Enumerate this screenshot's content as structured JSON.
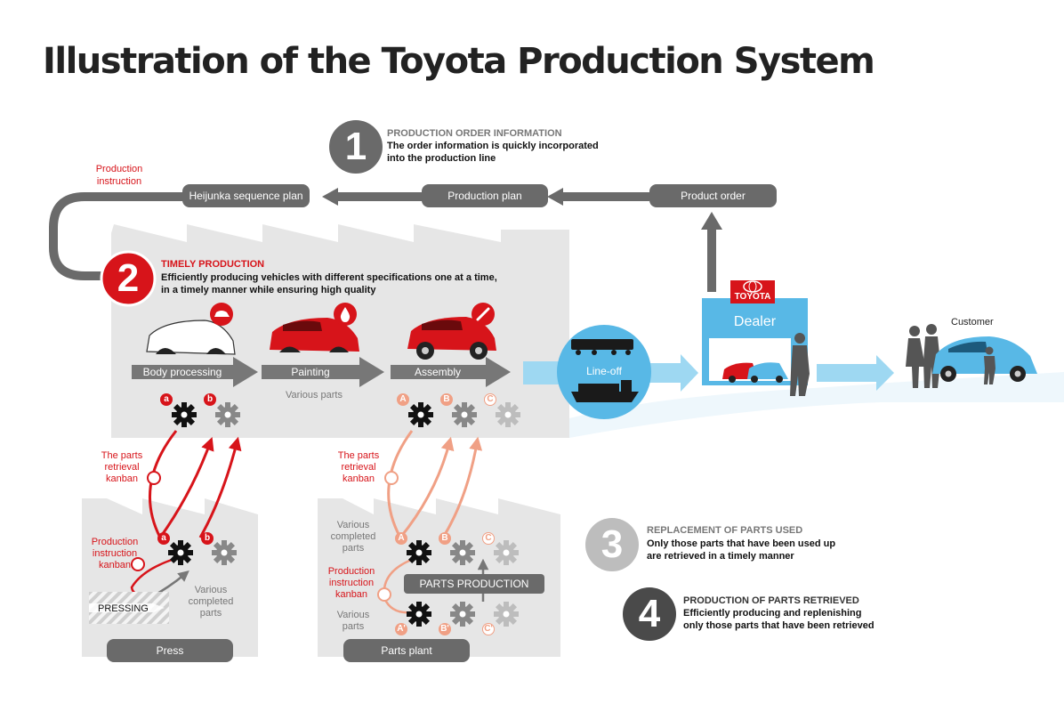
{
  "title": "Illustration of the Toyota Production System",
  "step1": {
    "number": "1",
    "heading": "PRODUCTION ORDER INFORMATION",
    "line1": "The order information is quickly incorporated",
    "line2": "into the production line"
  },
  "flow": {
    "heijunka": "Heijunka sequence plan",
    "production_plan": "Production plan",
    "product_order": "Product order",
    "production_instruction_1": "Production",
    "production_instruction_2": "instruction"
  },
  "step2": {
    "number": "2",
    "heading": "TIMELY PRODUCTION",
    "line1": "Efficiently producing vehicles with different specifications one at a time,",
    "line2": "in a timely manner while ensuring high quality"
  },
  "stages": {
    "body": "Body processing",
    "painting": "Painting",
    "assembly": "Assembly",
    "various_parts": "Various parts"
  },
  "lineoff": "Line-off",
  "dealer": {
    "brand": "TOYOTA",
    "label": "Dealer"
  },
  "customer": "Customer",
  "kanban_left": {
    "retrieval_1": "The parts",
    "retrieval_2": "retrieval",
    "retrieval_3": "kanban",
    "instr_1": "Production",
    "instr_2": "instruction",
    "instr_3": "kanban",
    "pressing": "PRESSING",
    "completed_1": "Various",
    "completed_2": "completed",
    "completed_3": "parts",
    "plant": "Press"
  },
  "kanban_right": {
    "retrieval_1": "The parts",
    "retrieval_2": "retrieval",
    "retrieval_3": "kanban",
    "completed_1": "Various",
    "completed_2": "completed",
    "completed_3": "parts",
    "instr_1": "Production",
    "instr_2": "instruction",
    "instr_3": "kanban",
    "parts_production": "PARTS PRODUCTION",
    "various_1": "Various",
    "various_2": "parts",
    "plant": "Parts plant"
  },
  "letters": {
    "a": "a",
    "b": "b",
    "A": "A",
    "B": "B",
    "C": "C",
    "A2": "A'",
    "B2": "B'",
    "C2": "C'"
  },
  "step3": {
    "number": "3",
    "heading": "REPLACEMENT OF PARTS USED",
    "line1": "Only those parts that have been used up",
    "line2": "are retrieved in a timely manner"
  },
  "step4": {
    "number": "4",
    "heading": "PRODUCTION OF PARTS RETRIEVED",
    "line1": "Efficiently producing and replenishing",
    "line2": "only those parts that have been retrieved"
  },
  "colors": {
    "red": "#d7141a",
    "salmon": "#f0a085",
    "dark_gray": "#6a6a6a",
    "light_gray": "#e6e6e6",
    "sky": "#9ed8f2",
    "sky_dark": "#58b8e6"
  }
}
